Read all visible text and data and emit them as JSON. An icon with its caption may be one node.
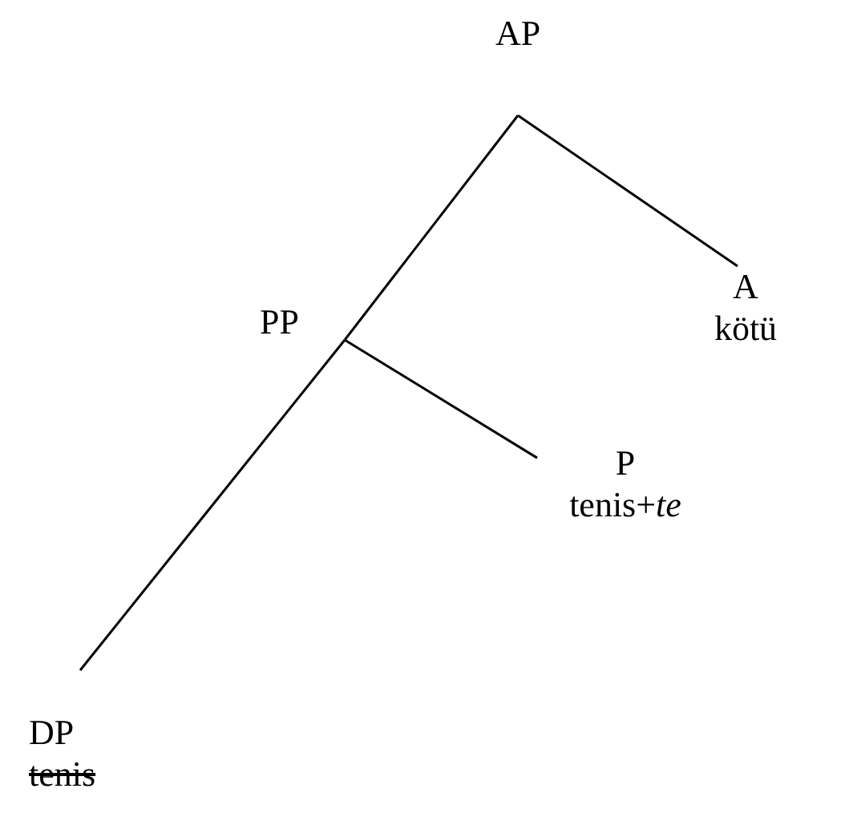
{
  "diagram": {
    "nodes": [
      {
        "text": [
          "AP"
        ]
      },
      {
        "text": [
          "PP"
        ]
      },
      {
        "text": [
          "A",
          "kötü"
        ]
      },
      {
        "text": [
          "P",
          "tenis+*te*"
        ]
      },
      {
        "text": [
          "DP",
          "tenis"
        ]
      }
    ],
    "edges": [
      {
        "from": 0,
        "to": 1,
        "arrow": "none"
      },
      {
        "from": 0,
        "to": 2,
        "arrow": "none"
      },
      {
        "from": 1,
        "to": 3,
        "arrow": "none"
      },
      {
        "from": 1,
        "to": 4,
        "arrow": "none"
      }
    ]
  }
}
